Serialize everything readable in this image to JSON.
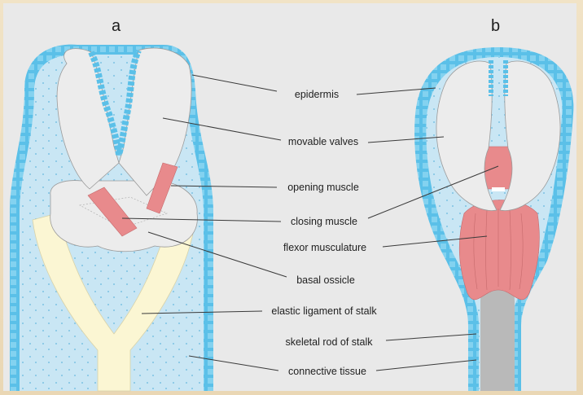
{
  "panels": {
    "a": "a",
    "b": "b"
  },
  "labels": {
    "epidermis": "epidermis",
    "movable_valves": "movable valves",
    "opening_muscle": "opening muscle",
    "closing_muscle": "closing muscle",
    "flexor_musculature": "flexor musculature",
    "basal_ossicle": "basal ossicle",
    "elastic_ligament": "elastic ligament of stalk",
    "skeletal_rod": "skeletal rod of stalk",
    "connective_tissue": "connective tissue"
  },
  "colors": {
    "epidermis": "#5bc0e8",
    "connective_tissue": "#c9e6f4",
    "valves": "#ececec",
    "muscle": "#e88a8c",
    "ligament": "#fbf6d3",
    "skeletal_rod": "#b9b9b9",
    "background": "#e9e9e9"
  }
}
